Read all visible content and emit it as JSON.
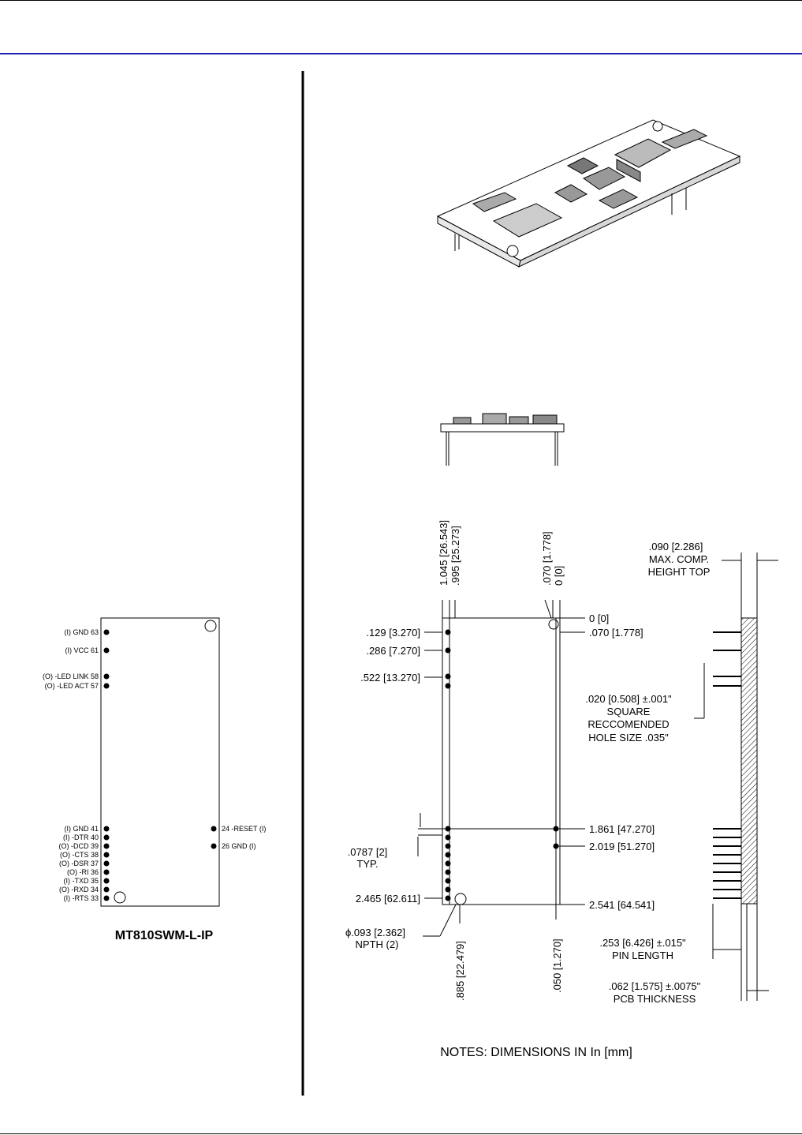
{
  "colors": {
    "header_rule": "#1f1fb4",
    "ink": "#000000"
  },
  "pinout": {
    "title": "MT810SWM-L-IP",
    "left_pins": [
      {
        "label": "(I) GND",
        "num": "63"
      },
      {
        "label": "(I) VCC",
        "num": "61"
      },
      {
        "label": "(O) -LED LINK",
        "num": "58"
      },
      {
        "label": "(O) -LED ACT",
        "num": "57"
      },
      {
        "label": "(I) GND",
        "num": "41"
      },
      {
        "label": "(I) -DTR",
        "num": "40"
      },
      {
        "label": "(O) -DCD",
        "num": "39"
      },
      {
        "label": "(O) -CTS",
        "num": "38"
      },
      {
        "label": "(O) -DSR",
        "num": "37"
      },
      {
        "label": "(O) -RI",
        "num": "36"
      },
      {
        "label": "(I) -TXD",
        "num": "35"
      },
      {
        "label": "(O) -RXD",
        "num": "34"
      },
      {
        "label": "(I) -RTS",
        "num": "33"
      }
    ],
    "right_pins": [
      {
        "num": "24",
        "label": "-RESET (I)"
      },
      {
        "num": "26",
        "label": "GND (I)"
      }
    ]
  },
  "dims": {
    "top_left_a": "1.045 [26.543]",
    "top_left_b": ".995 [25.273]",
    "top_right_a": ".070 [1.778]",
    "top_right_b": "0 [0]",
    "origin": "0 [0]",
    "right_070": ".070 [1.778]",
    "left_129": ".129 [3.270]",
    "left_286": ".286 [7.270]",
    "left_522": ".522 [13.270]",
    "pitch_a": ".0787 [2]",
    "pitch_b": "TYP.",
    "left_2465": "2.465 [62.611]",
    "npth_a": "ϕ.093 [2.362]",
    "npth_b": "NPTH  (2)",
    "bottom_885": ".885 [22.479]",
    "bottom_050": ".050 [1.270]",
    "right_1861": "1.861 [47.270]",
    "right_2019": "2.019 [51.270]",
    "right_2541": "2.541 [64.541]"
  },
  "side_dims": {
    "height_a": ".090 [2.286]",
    "height_b": "MAX. COMP.",
    "height_c": "HEIGHT TOP",
    "pin_a": ".020 [0.508] ±.001\"",
    "pin_b": "SQUARE",
    "pin_c": "RECCOMENDED",
    "pin_d": "HOLE SIZE .035\"",
    "len_a": ".253 [6.426] ±.015\"",
    "len_b": "PIN LENGTH",
    "pcb_a": ".062 [1.575] ±.0075\"",
    "pcb_b": "PCB THICKNESS"
  },
  "notes": "NOTES: DIMENSIONS IN  In [mm]"
}
